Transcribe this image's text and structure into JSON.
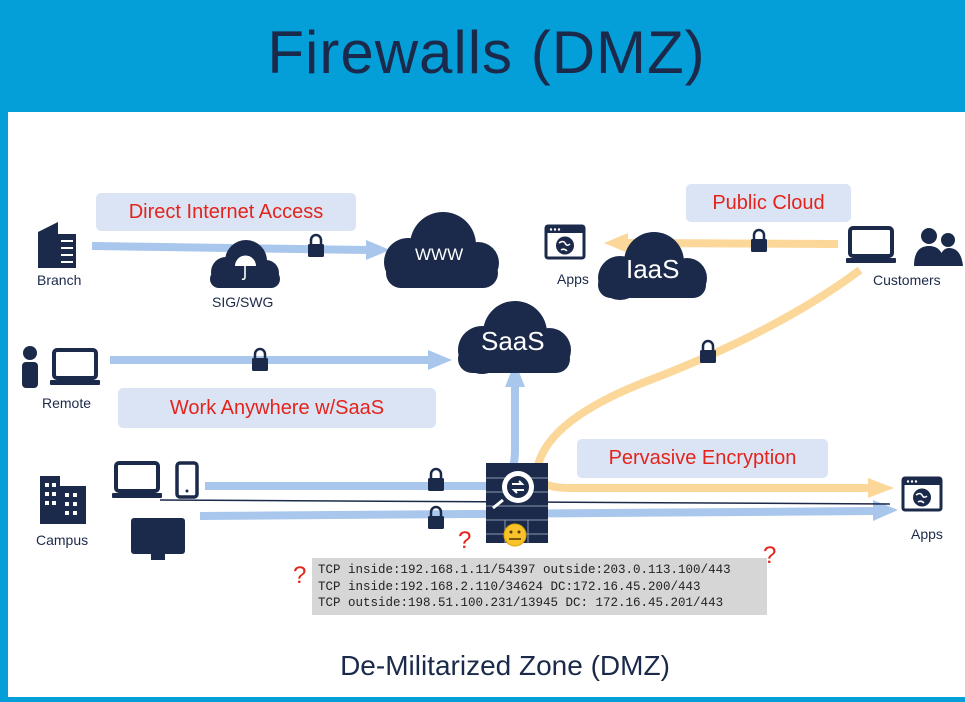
{
  "title": "Firewalls (DMZ)",
  "pills": {
    "direct_internet": "Direct Internet Access",
    "public_cloud": "Public Cloud",
    "work_anywhere": "Work Anywhere w/SaaS",
    "pervasive": "Pervasive Encryption"
  },
  "clouds": {
    "www": "WWW",
    "iaas": "IaaS",
    "saas": "SaaS"
  },
  "labels": {
    "branch": "Branch",
    "sig": "SIG/SWG",
    "remote": "Remote",
    "campus": "Campus",
    "apps_top": "Apps",
    "customers": "Customers",
    "apps_right": "Apps"
  },
  "log_lines": [
    "TCP inside:192.168.1.11/54397 outside:203.0.113.100/443",
    "TCP inside:192.168.2.110/34624 DC:172.16.45.200/443",
    "TCP outside:198.51.100.231/13945 DC: 172.16.45.201/443"
  ],
  "question_mark": "?",
  "caption": "De-Militarized Zone (DMZ)",
  "colors": {
    "accent": "#049fd9",
    "navy": "#1b2a4a",
    "blue_flow": "#a9c6ec",
    "orange_flow": "#fbd79a",
    "red_text": "#e3241b",
    "pill_bg": "#dbe4f5"
  },
  "icons": [
    "building-icon",
    "umbrella-cloud-icon",
    "lock-icon",
    "person-icon",
    "laptop-icon",
    "phone-icon",
    "monitor-icon",
    "apps-window-icon",
    "customers-icon",
    "firewall-icon",
    "neutral-face-icon"
  ]
}
